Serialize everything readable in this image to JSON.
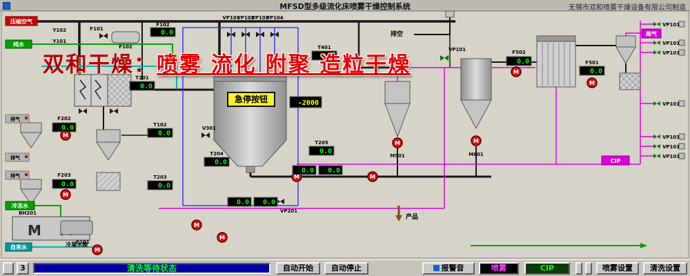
{
  "window": {
    "title": "MFSD型多级流化床喷雾干燥控制系统",
    "maker": "无锡市双和喷雾干燥设备有限公司制造"
  },
  "watermark": {
    "brand": "双和干燥：",
    "slogan": "喷雾 流化 附聚 造粒干燥"
  },
  "tags": {
    "compressed_air": "压缩空气",
    "pure_water": "纯水",
    "exhaust": "排气",
    "chilled_water": "冷冻水",
    "tap_water": "自来水",
    "vent": "排空",
    "tail_gas": "尾气",
    "product": "产品",
    "cip": "CIP"
  },
  "equipment": {
    "estop": "急停按钮",
    "condensate_tank": "冷凝水箱",
    "fan_unit": "BH201"
  },
  "labels": {
    "pump": "M",
    "y102": "Y102",
    "y101": "Y101",
    "f101": "F101",
    "f102": "F102",
    "t201": "T201",
    "t102": "T102",
    "t203": "T203",
    "t204": "T204",
    "t205": "T205",
    "t401": "T401",
    "v301": "V301",
    "vp201": "VP201",
    "vp101": "VP101",
    "m501": "M501",
    "m601": "M601",
    "f202": "F202",
    "f203": "F203",
    "f501": "F501",
    "f502": "F502"
  },
  "valves_top": [
    "VP101",
    "VP102",
    "VP103",
    "VP104"
  ],
  "right_valves": [
    "VP101",
    "VP101",
    "VP101",
    "VP101",
    "VP101",
    "VP101",
    "VP101"
  ],
  "displays": {
    "f102": "0.0",
    "t401": "0.0",
    "t201": "0.0",
    "t102": "0.0",
    "t203": "0.0",
    "t204": "0.0",
    "t205": "0.0",
    "f202": "0.0",
    "f203": "0.0",
    "f501": "0.0",
    "f502": "0.0",
    "chamber": "-2000",
    "conv1": "0.0",
    "conv2": "0.0",
    "bed1": "0.0",
    "bed2": "0.0"
  },
  "statusbar": {
    "page": "3",
    "status": "清洗等待状态"
  },
  "toolbar": {
    "auto_start": "自动开始",
    "auto_stop": "自动停止",
    "alarm_mute": "报警音",
    "spray": "喷雾",
    "cip": "CIP",
    "spray_settings": "喷雾设置",
    "clean_settings": "清洗设置"
  }
}
